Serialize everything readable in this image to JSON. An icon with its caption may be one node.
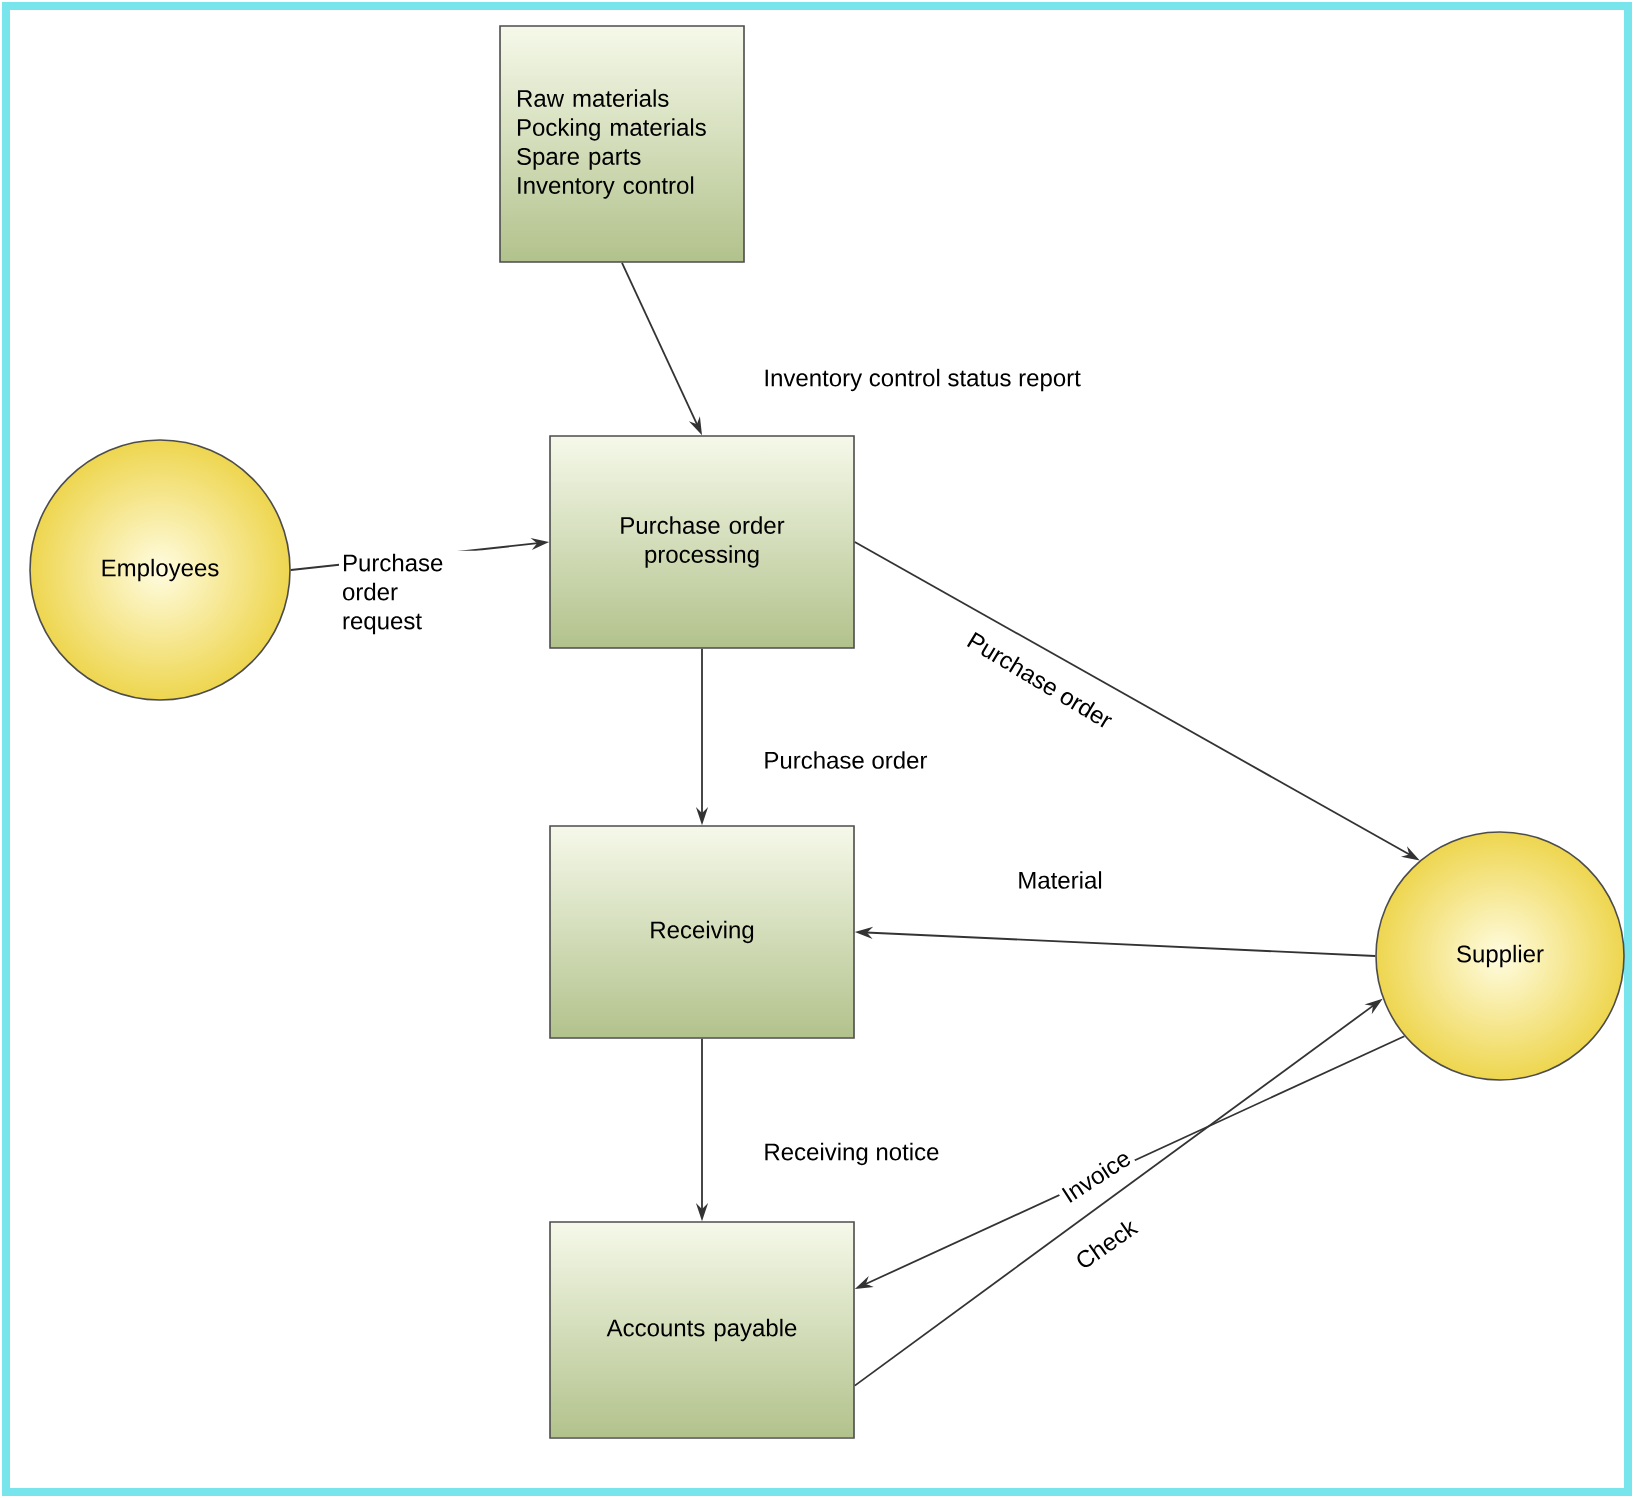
{
  "diagram": {
    "nodes": [
      {
        "text": [
          "Raw materials",
          "Pocking materials",
          "Spare parts",
          "Inventory control"
        ]
      },
      {
        "text": [
          "Employees"
        ]
      },
      {
        "text": [
          "Purchase order processing"
        ]
      },
      {
        "text": [
          "Receiving"
        ]
      },
      {
        "text": [
          "Accounts payable"
        ]
      },
      {
        "text": [
          "Supplier"
        ]
      }
    ],
    "edges": [
      {
        "from": 0,
        "to": 2,
        "arrow": "to",
        "label": "Inventory control status report"
      },
      {
        "from": 1,
        "to": 2,
        "arrow": "to",
        "label": "Purchase order request"
      },
      {
        "from": 2,
        "to": 5,
        "arrow": "to",
        "label": "Purchase order"
      },
      {
        "from": 2,
        "to": 3,
        "arrow": "to",
        "label": "Purchase order"
      },
      {
        "from": 5,
        "to": 3,
        "arrow": "to",
        "label": "Material"
      },
      {
        "from": 3,
        "to": 4,
        "arrow": "to",
        "label": "Receiving notice"
      },
      {
        "from": 5,
        "to": 4,
        "arrow": "to",
        "label": "Invoice"
      },
      {
        "from": 4,
        "to": 5,
        "arrow": "to",
        "label": "Check"
      }
    ]
  }
}
